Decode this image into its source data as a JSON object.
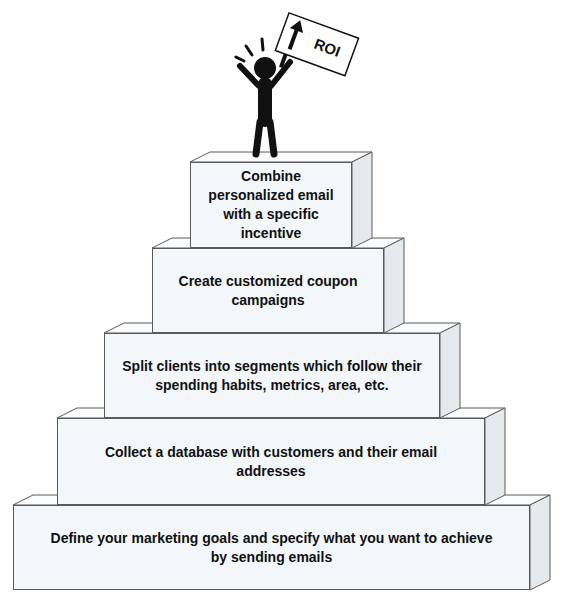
{
  "diagram": {
    "nodes": [
      {
        "text": [
          "Combine personalized email with a specific incentive"
        ]
      },
      {
        "text": [
          "Create customized coupon campaigns"
        ]
      },
      {
        "text": [
          "Split clients into segments which follow their spending habits, metrics, area, etc."
        ]
      },
      {
        "text": [
          "Collect a database with customers and their email addresses"
        ]
      },
      {
        "text": [
          "Define your marketing goals and specify what you want to achieve by sending emails"
        ]
      }
    ],
    "labels": [
      "ROI"
    ]
  }
}
